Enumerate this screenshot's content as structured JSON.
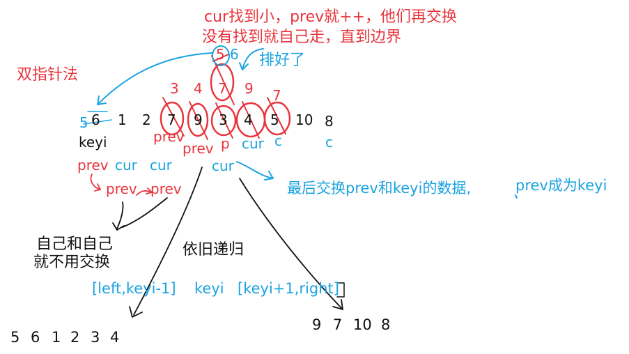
{
  "notes": {
    "top_line1": "cur找到小，prev就++，他们再交换",
    "top_line2": "没有找到就自己走，直到边界",
    "method": "双指针法",
    "sorted": "排好了",
    "final_swap": "最后交换prev和keyi的数据,",
    "prev_becomes": "prev成为keyi",
    "self_swap_line1": "自己和自己",
    "self_swap_line2": "就不用交换",
    "still_recurse": "依旧递归"
  },
  "array_row": [
    "6",
    "1",
    "2",
    "7",
    "9",
    "3",
    "4",
    "5",
    "10",
    "8"
  ],
  "overwrites": {
    "first": "5",
    "above_7": "3",
    "above_9": "4",
    "above_3": "7",
    "above_4": "9",
    "above_5": "7",
    "top_5": "5",
    "top_6": "6"
  },
  "pointer_labels": {
    "keyi": "keyi",
    "prev": "prev",
    "p": "p",
    "cur": "cur",
    "c": "c"
  },
  "partition": {
    "left": "[left,keyi-1]",
    "keyi": "keyi",
    "right": "[keyi+1,right]"
  },
  "result_left": [
    "5",
    "6",
    "1",
    "2",
    "3",
    "4"
  ],
  "result_right": [
    "9",
    "7",
    "10",
    "8"
  ],
  "colors": {
    "red": "#e8343c",
    "blue": "#1aa3e0",
    "black": "#111111"
  }
}
